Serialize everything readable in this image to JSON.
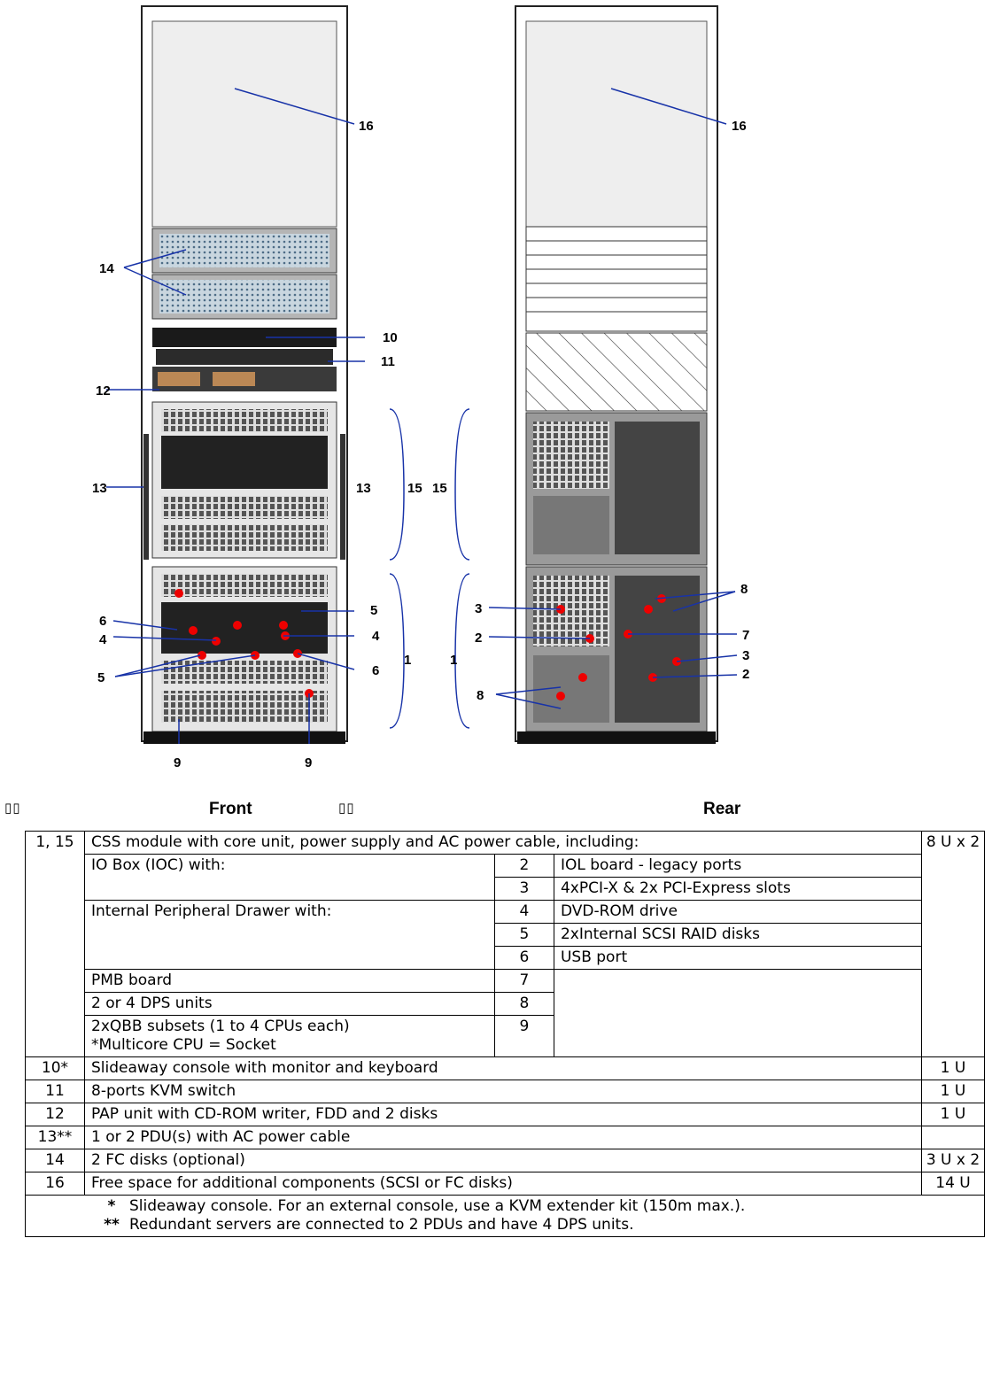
{
  "figure": {
    "front_callouts": [
      "16",
      "14",
      "10",
      "11",
      "12",
      "13",
      "13",
      "15",
      "6",
      "5",
      "4",
      "4",
      "5",
      "6",
      "1",
      "9",
      "9"
    ],
    "rear_callouts": [
      "16",
      "15",
      "3",
      "2",
      "8",
      "8",
      "7",
      "3",
      "2",
      "1"
    ]
  },
  "captions": {
    "glyph": "▯▯",
    "front": "Front",
    "rear": "Rear"
  },
  "table": {
    "row1": {
      "num": "1, 15",
      "title": "CSS module with core unit, power supply and AC power cable, including:",
      "unit": "8 U x 2",
      "groups": [
        {
          "label": "IO Box (IOC) with:",
          "items": [
            {
              "n": "2",
              "d": "IOL board - legacy ports"
            },
            {
              "n": "3",
              "d": "4xPCI-X & 2x PCI-Express slots"
            }
          ]
        },
        {
          "label": "Internal Peripheral Drawer with:",
          "items": [
            {
              "n": "4",
              "d": "DVD-ROM drive"
            },
            {
              "n": "5",
              "d": "2xInternal SCSI RAID disks"
            },
            {
              "n": "6",
              "d": "USB port"
            }
          ]
        }
      ],
      "singles": [
        {
          "label": "PMB board",
          "n": "7"
        },
        {
          "label": "2 or 4 DPS units",
          "n": "8"
        },
        {
          "label": "2xQBB subsets (1 to 4 CPUs each)",
          "label2": "*Multicore CPU = Socket",
          "n": "9"
        }
      ]
    },
    "rows": [
      {
        "num": "10*",
        "desc": "Slideaway console with monitor and keyboard",
        "unit": "1 U"
      },
      {
        "num": "11",
        "desc": "8-ports KVM switch",
        "unit": "1 U"
      },
      {
        "num": "12",
        "desc": "PAP unit with CD-ROM writer, FDD and 2 disks",
        "unit": "1 U"
      },
      {
        "num": "13**",
        "desc": "1 or 2 PDU(s) with AC power cable",
        "unit": ""
      },
      {
        "num": "14",
        "desc": "2 FC disks (optional)",
        "unit": "3 U x 2"
      },
      {
        "num": "16",
        "desc": "Free space for additional components (SCSI or FC disks)",
        "unit": "14 U"
      }
    ],
    "notes": [
      {
        "mark": "*",
        "text": "Slideaway console. For an external console, use a KVM extender kit (150m max.)."
      },
      {
        "mark": "**",
        "text": "Redundant servers are connected to 2 PDUs and have 4 DPS units."
      }
    ]
  }
}
